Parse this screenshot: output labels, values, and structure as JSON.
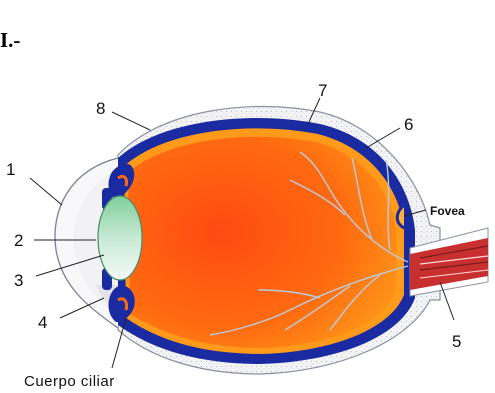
{
  "heading": "I.-",
  "labels": {
    "n1": "1",
    "n2": "2",
    "n3": "3",
    "n4": "4",
    "n5": "5",
    "n6": "6",
    "n7": "7",
    "n8": "8",
    "fovea": "Fovea",
    "cuerpo_ciliar": "Cuerpo ciliar"
  },
  "colors": {
    "sclera_outline": "#9aa0b0",
    "choroid": "#1a2aa0",
    "retina_inner": "#ff9a1a",
    "vitreous": "#ff6a0a",
    "lens": "#9ed6b8",
    "vessels": "#a8c6d8",
    "optic_nerve": "#cc3030"
  }
}
